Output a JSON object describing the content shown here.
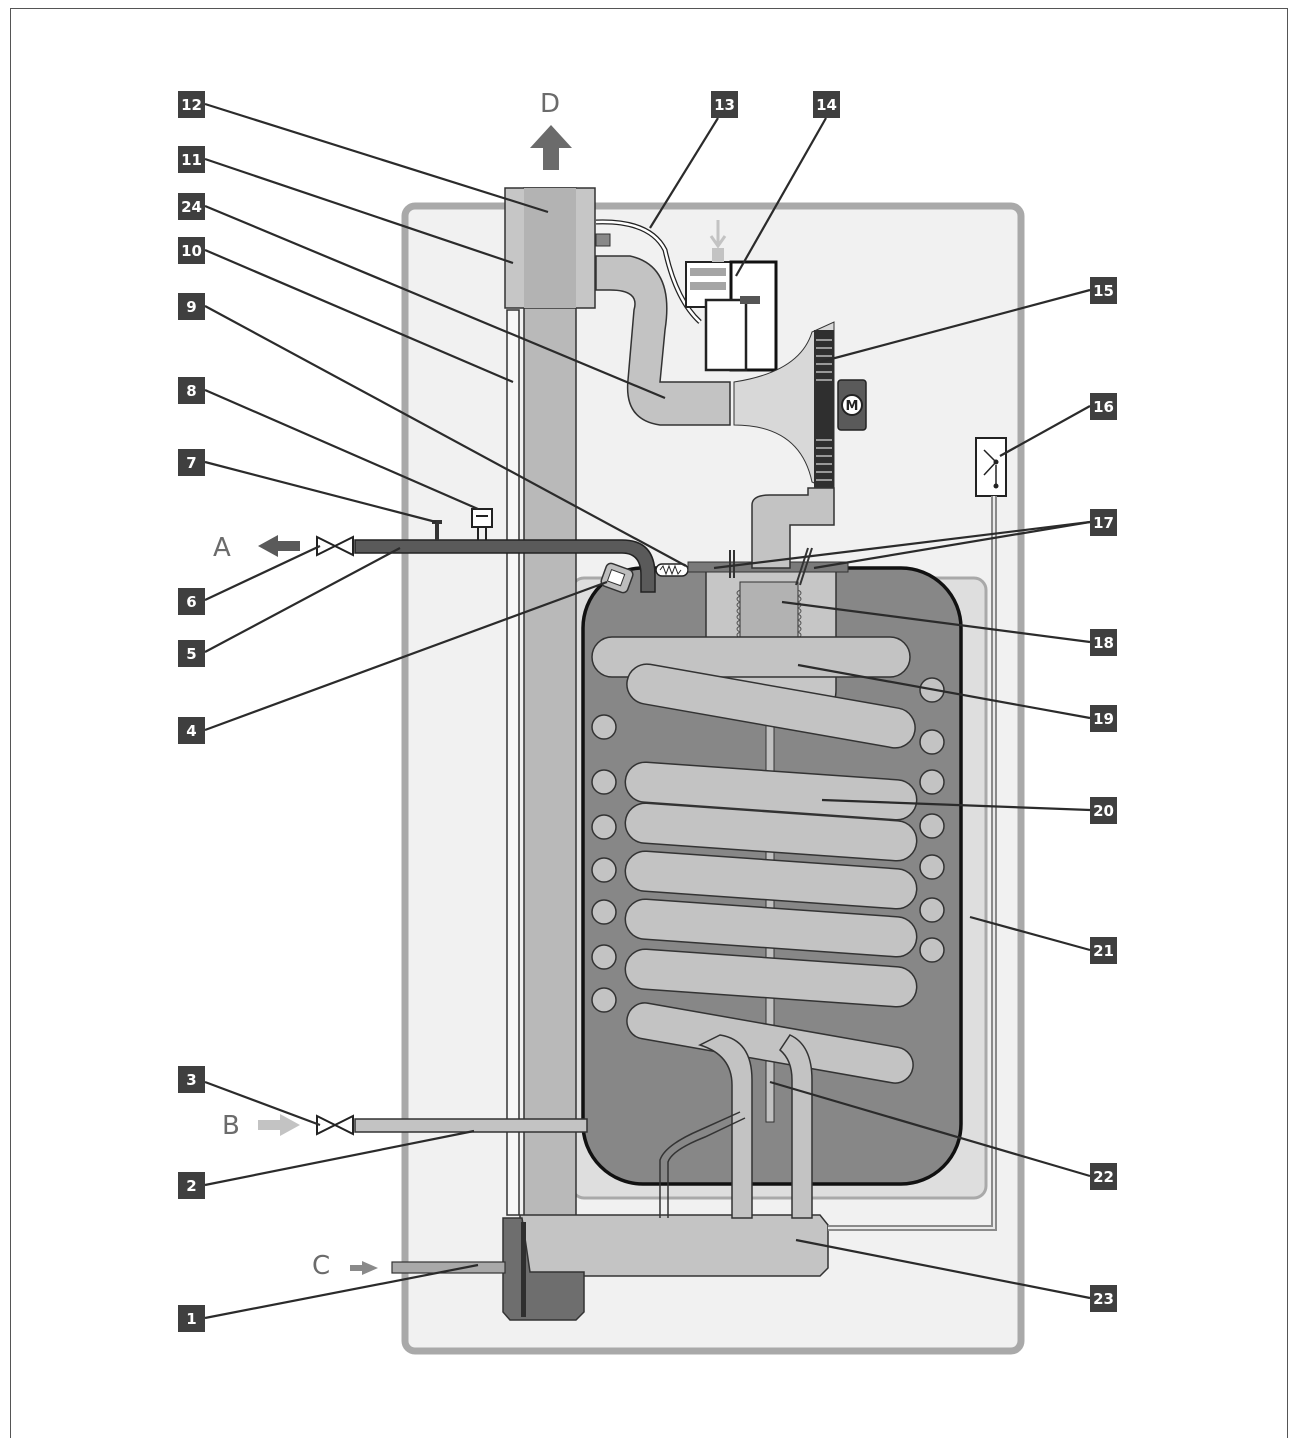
{
  "labels": {
    "n1": "1",
    "n2": "2",
    "n3": "3",
    "n4": "4",
    "n5": "5",
    "n6": "6",
    "n7": "7",
    "n8": "8",
    "n9": "9",
    "n10": "10",
    "n11": "11",
    "n12": "12",
    "n13": "13",
    "n14": "14",
    "n15": "15",
    "n16": "16",
    "n17": "17",
    "n18": "18",
    "n19": "19",
    "n20": "20",
    "n21": "21",
    "n22": "22",
    "n23": "23",
    "n24": "24"
  },
  "connections": {
    "a": "A",
    "b": "B",
    "c": "C",
    "d": "D"
  },
  "motor_symbol": "M",
  "colors": {
    "casing_fill": "#f1f1f1",
    "casing_stroke": "#a9a9a9",
    "tank_fill": "#878787",
    "pipe_light": "#c3c3c3",
    "pipe_dark": "#5a5a5a",
    "badge": "#3f3f3f"
  }
}
